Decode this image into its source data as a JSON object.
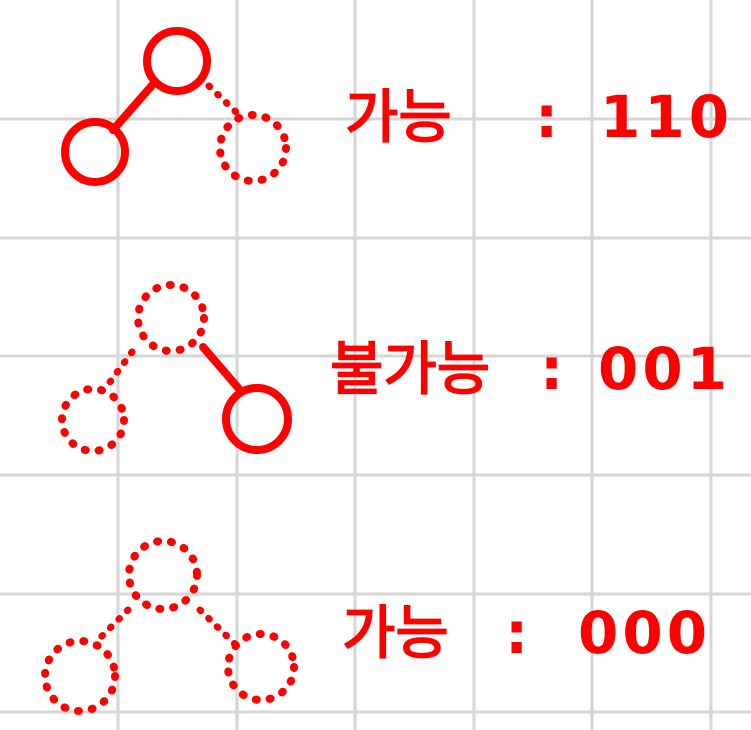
{
  "colors": {
    "ink": "#ff0000",
    "grid": "#d6d6d6",
    "background": "#ffffff"
  },
  "rows": [
    {
      "label": "가능",
      "separator": ":",
      "code": "110",
      "node_states": [
        "filled",
        "filled",
        "dotted"
      ]
    },
    {
      "label": "불가능",
      "separator": ":",
      "code": "001",
      "node_states": [
        "dotted",
        "dotted",
        "filled"
      ]
    },
    {
      "label": "가능",
      "separator": ":",
      "code": "000",
      "node_states": [
        "dotted",
        "dotted",
        "dotted"
      ]
    }
  ]
}
